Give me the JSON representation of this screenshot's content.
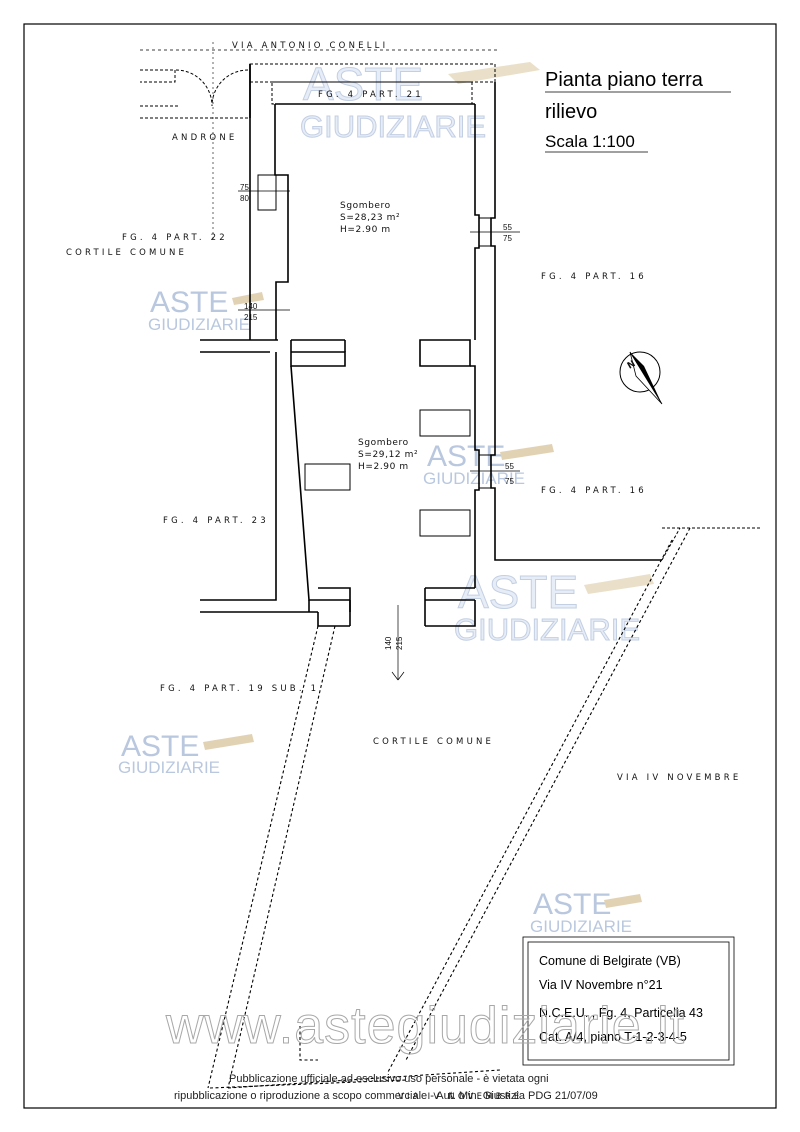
{
  "title": {
    "line1": "Pianta piano terra",
    "line2": "rilievo",
    "line3": "Scala 1:100"
  },
  "streets": {
    "top": "Via Antonio Conelli",
    "right": "Via IV Novembre",
    "bottom": "Via IV Novembre"
  },
  "areas": {
    "androne": "Androne",
    "part21": "Fg. 4 Part. 21",
    "part22": "Fg. 4 Part. 22",
    "cortile_left": "Cortile Comune",
    "part16_top": "Fg. 4 Part. 16",
    "part16_bottom": "Fg. 4 Part. 16",
    "part23": "Fg. 4 Part. 23",
    "part19": "Fg. 4 Part. 19 Sub. 1",
    "cortile_bottom": "Cortile Comune"
  },
  "rooms": [
    {
      "name": "Sgombero",
      "surface": "S=28,23 m²",
      "height": "H=2.90 m"
    },
    {
      "name": "Sgombero",
      "surface": "S=29,12 m²",
      "height": "H=2.90 m"
    }
  ],
  "dimensions": {
    "win_left_top": "75",
    "win_left_bottom": "80",
    "door_left_top": "140",
    "door_left_bottom": "215",
    "win_right1_top": "55",
    "win_right1_bottom": "75",
    "win_right2_top": "55",
    "win_right2_bottom": "75",
    "door_bottom_top": "140",
    "door_bottom_bottom": "215"
  },
  "north": "N",
  "info_box": {
    "line1": "Comune di Belgirate (VB)",
    "line2": "Via IV Novembre  n°21",
    "line3": "N.C.E.U. , Fg. 4,  Particella 43",
    "line4": "Cat. A/4, piano T-1-2-3-4-5"
  },
  "watermarks": {
    "aste": "ASTE",
    "giudiziarie": "GIUDIZIARIE",
    "site": "www.astegiudiziarie.it"
  },
  "footer": {
    "line1": "Pubblicazione ufficiale ad esclusivo uso personale - è vietata ogni",
    "line2": "ripubblicazione o riproduzione a scopo commerciale - Aut. Min. Giustizia PDG 21/07/09"
  }
}
